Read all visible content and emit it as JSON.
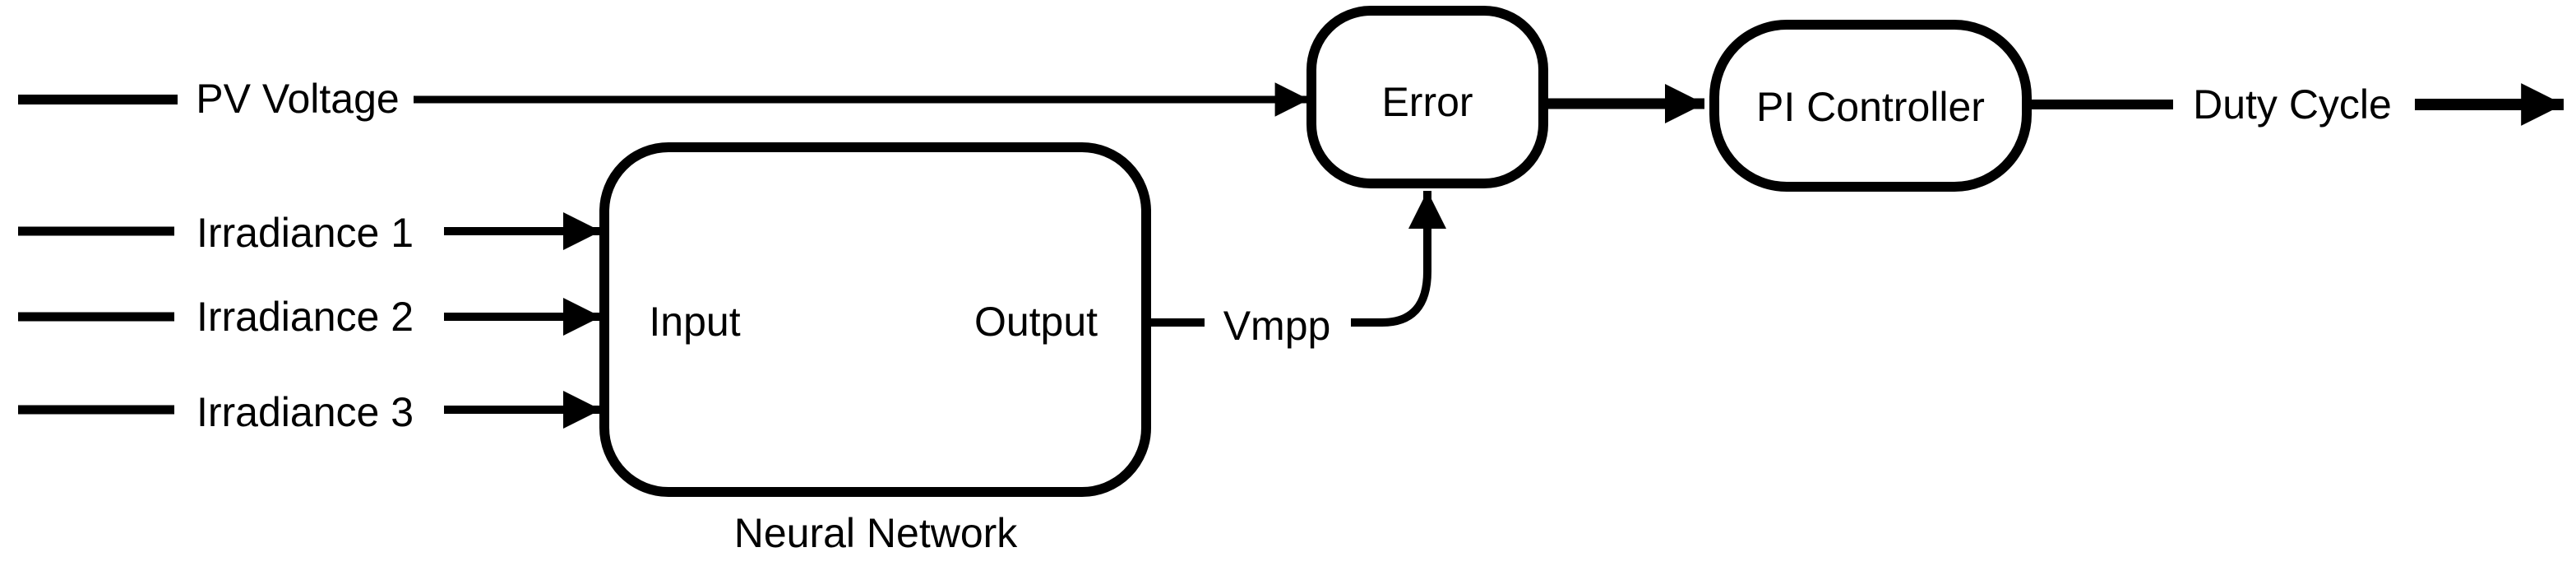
{
  "colors": {
    "line": "#000000",
    "text": "#000000",
    "background": "#ffffff"
  },
  "signals": {
    "pv_voltage": "PV Voltage",
    "irradiance_1": "Irradiance 1",
    "irradiance_2": "Irradiance 2",
    "irradiance_3": "Irradiance 3",
    "vmpp": "Vmpp",
    "duty_cycle": "Duty Cycle"
  },
  "blocks": {
    "neural_network": {
      "label": "Neural Network",
      "input_port": "Input",
      "output_port": "Output"
    },
    "error": {
      "label": "Error"
    },
    "pi_controller": {
      "label": "PI Controller"
    }
  }
}
